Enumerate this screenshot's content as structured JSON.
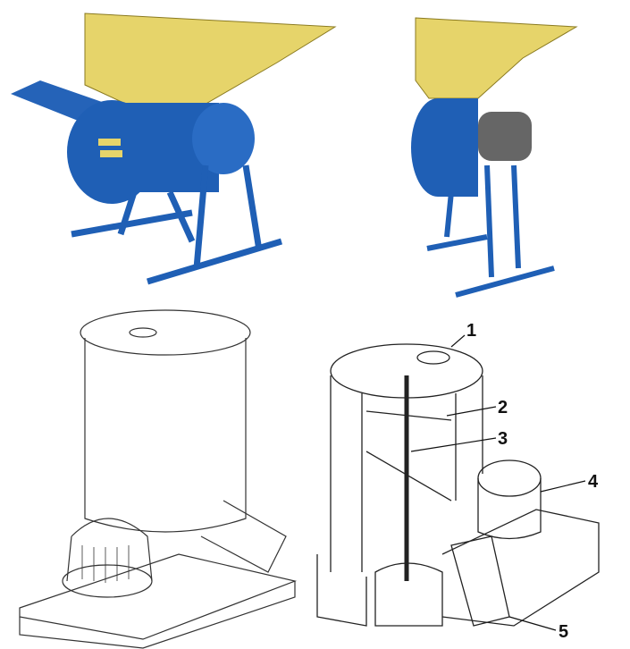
{
  "colors": {
    "hopper": "#e6d46a",
    "body": "#1f5fb5",
    "line": "#333333"
  },
  "callouts": [
    {
      "number": "1"
    },
    {
      "number": "2"
    },
    {
      "number": "3"
    },
    {
      "number": "4"
    },
    {
      "number": "5"
    }
  ]
}
